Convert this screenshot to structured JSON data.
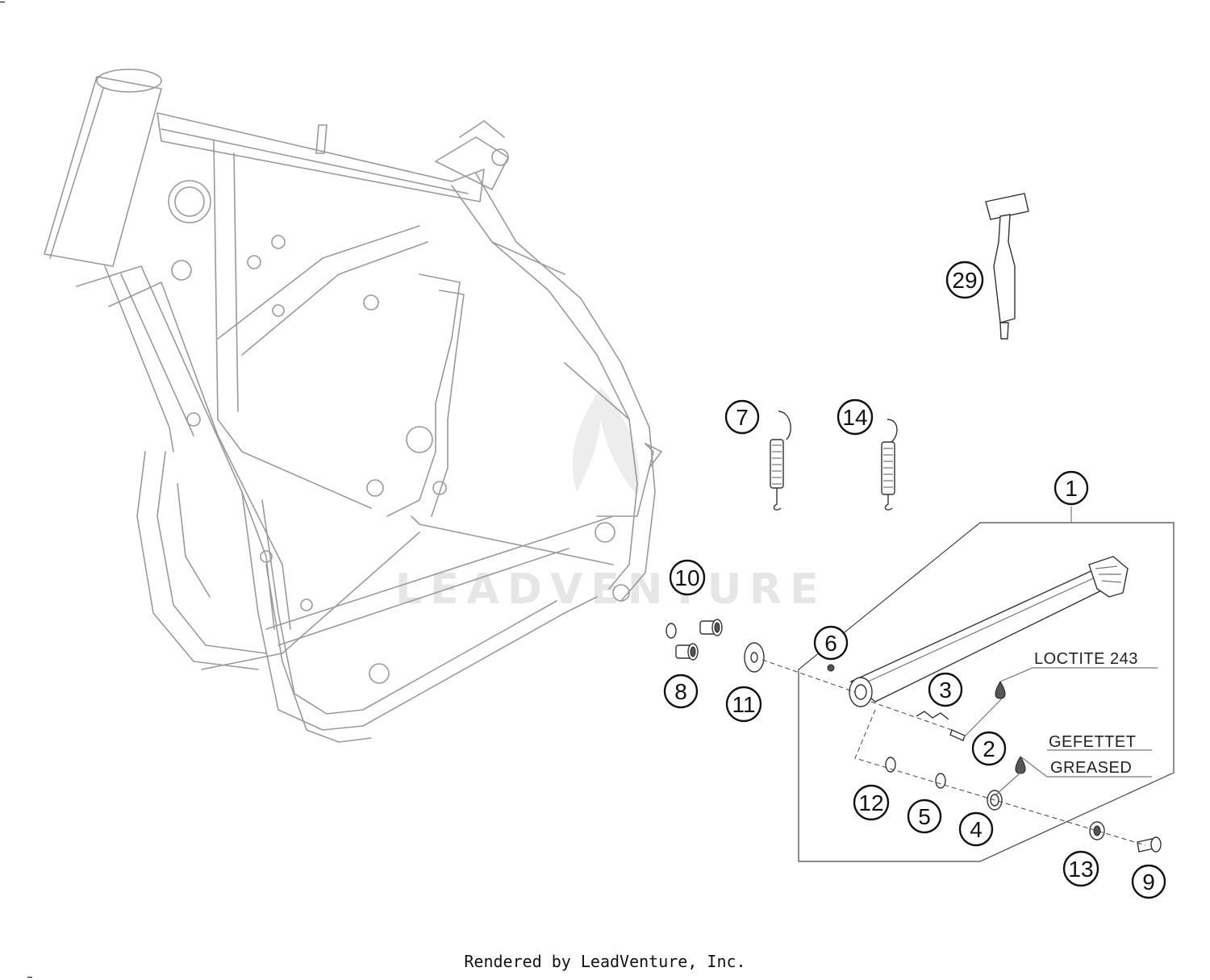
{
  "callouts": [
    {
      "id": "c1",
      "label": "1"
    },
    {
      "id": "c2",
      "label": "2"
    },
    {
      "id": "c3",
      "label": "3"
    },
    {
      "id": "c4",
      "label": "4"
    },
    {
      "id": "c5",
      "label": "5"
    },
    {
      "id": "c6",
      "label": "6"
    },
    {
      "id": "c7",
      "label": "7"
    },
    {
      "id": "c8",
      "label": "8"
    },
    {
      "id": "c9",
      "label": "9"
    },
    {
      "id": "c10",
      "label": "10"
    },
    {
      "id": "c11",
      "label": "11"
    },
    {
      "id": "c12",
      "label": "12"
    },
    {
      "id": "c13",
      "label": "13"
    },
    {
      "id": "c14",
      "label": "14"
    },
    {
      "id": "c29",
      "label": "29"
    }
  ],
  "notes": {
    "loctite": "LOCTITE 243",
    "gefettet": "GEFETTET",
    "greased": "GREASED"
  },
  "watermark": "LEADVENTURE",
  "footer": "Rendered by LeadVenture, Inc."
}
